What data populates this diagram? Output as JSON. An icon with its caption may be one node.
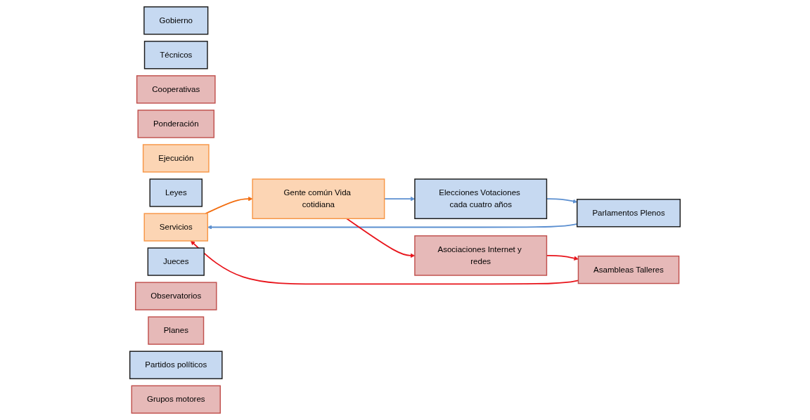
{
  "diagram": {
    "nodes": [
      {
        "text": [
          "Gobierno"
        ]
      },
      {
        "text": [
          "Técnicos"
        ]
      },
      {
        "text": [
          "Cooperativas"
        ]
      },
      {
        "text": [
          "Ponderación"
        ]
      },
      {
        "text": [
          "Ejecución"
        ]
      },
      {
        "text": [
          "Leyes"
        ]
      },
      {
        "text": [
          "Jueces"
        ]
      },
      {
        "text": [
          "Observatorios"
        ]
      },
      {
        "text": [
          "Planes"
        ]
      },
      {
        "text": [
          "Servicios"
        ]
      },
      {
        "text": [
          "Parlamentos Plenos"
        ]
      },
      {
        "text": [
          "Asambleas Talleres"
        ]
      },
      {
        "text": [
          "Partidos políticos"
        ]
      },
      {
        "text": [
          "Grupos motores"
        ]
      },
      {
        "text": [
          "Elecciones Votaciones cada cuatro años"
        ]
      },
      {
        "text": [
          "Gente común Vida cotidiana"
        ]
      },
      {
        "text": [
          "Asociaciones Internet y redes"
        ]
      }
    ],
    "edges": [
      {
        "from": 10,
        "to": 9,
        "arrow": "to",
        "color": "#5b8fd0"
      },
      {
        "from": 11,
        "to": 9,
        "arrow": "to",
        "color": "#e8141b"
      },
      {
        "from": 9,
        "to": 15,
        "arrow": "to",
        "color": "#f26d0f"
      },
      {
        "from": 15,
        "to": 14,
        "arrow": "to",
        "color": "#5b8fd0"
      },
      {
        "from": 15,
        "to": 16,
        "arrow": "to",
        "color": "#e8141b"
      },
      {
        "from": 16,
        "to": 11,
        "arrow": "to",
        "color": "#e8141b"
      },
      {
        "from": 14,
        "to": 10,
        "arrow": "to",
        "color": "#5b8fd0"
      }
    ]
  }
}
